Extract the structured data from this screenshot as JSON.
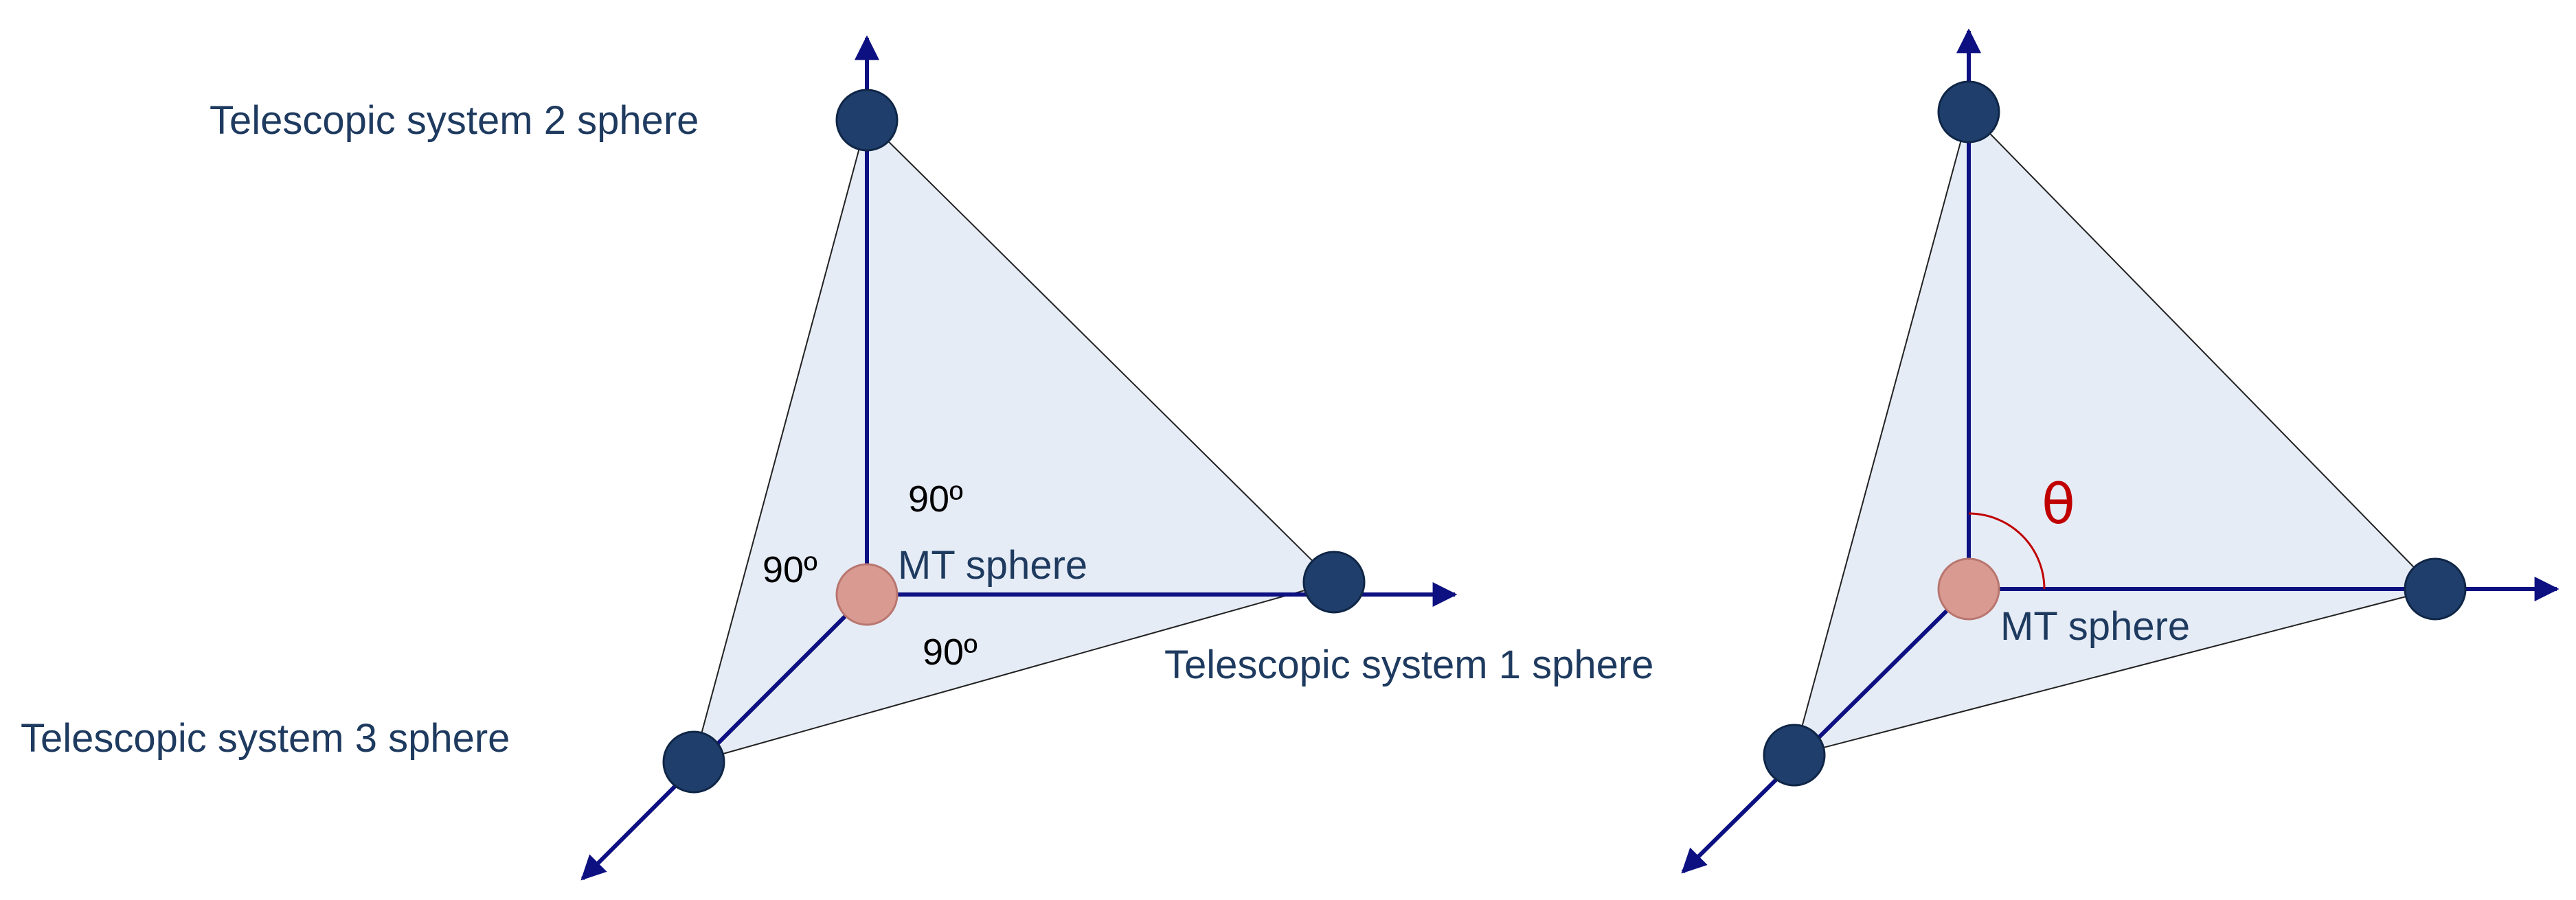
{
  "colors": {
    "axis": "#0d1080",
    "face_fill": "#e6ecf6",
    "edge": "#222222",
    "telescopic_sphere": "#1f3e6b",
    "mt_sphere": "#d99a92",
    "label_text": "#1e3a5f",
    "angle_text": "#000000",
    "theta": "#c00000"
  },
  "left_diagram": {
    "labels": {
      "telescopic_system_1": "Telescopic system 1 sphere",
      "telescopic_system_2": "Telescopic system 2 sphere",
      "telescopic_system_3": "Telescopic system 3 sphere",
      "mt_sphere": "MT sphere"
    },
    "angles": [
      "90º",
      "90º",
      "90º"
    ]
  },
  "right_diagram": {
    "labels": {
      "mt_sphere": "MT sphere"
    },
    "angle_symbol": "θ"
  }
}
